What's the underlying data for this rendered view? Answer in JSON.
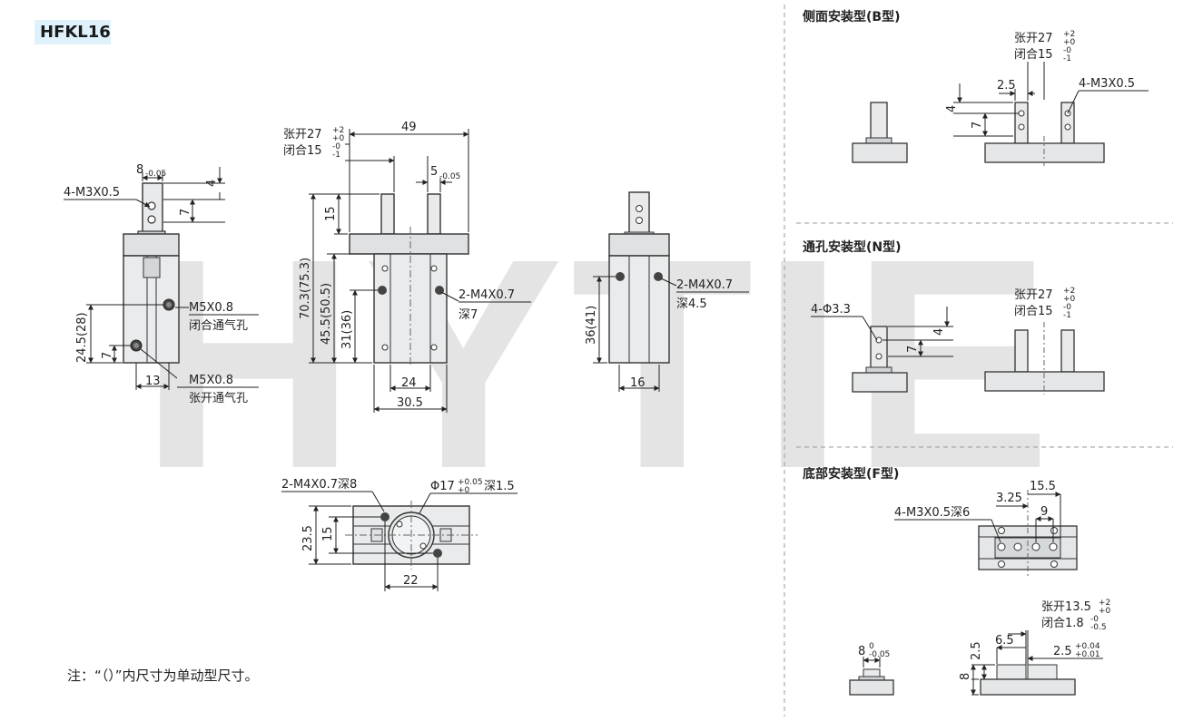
{
  "model": "HFKL16",
  "watermark": "HYTIE",
  "note": "注：“（）”内尺寸为单动型尺寸。",
  "sections": {
    "side_mount": "侧面安装型(B型)",
    "through_hole": "通孔安装型(N型)",
    "bottom_mount": "底部安装型(F型)"
  },
  "labels": {
    "side_view": {
      "top_width": "8",
      "top_width_tol": "-0.05",
      "thread": "4-M3X0.5",
      "h4": "4",
      "h7": "7",
      "port1_thread": "M5X0.8",
      "port1_desc": "闭合通气孔",
      "port2_thread": "M5X0.8",
      "port2_desc": "张开通气孔",
      "h24": "24.5(28)",
      "h7b": "7",
      "w13": "13"
    },
    "front_view": {
      "open_label": "张开27",
      "open_tol_up": "+2",
      "open_tol_low": "+0",
      "close_label": "闭合15",
      "close_tol_up": "-0",
      "close_tol_low": "-1",
      "w49": "49",
      "w5": "5",
      "w5_tol": "-0.05",
      "h15": "15",
      "h70": "70.3(75.3)",
      "h45": "45.5(50.5)",
      "h31": "31(36)",
      "thread": "2-M4X0.7",
      "depth": "深7",
      "w24": "24",
      "w30": "30.5"
    },
    "right_view": {
      "thread": "2-M4X0.7",
      "depth": "深4.5",
      "h36": "36(41)",
      "w16": "16"
    },
    "bottom_view": {
      "thread": "2-M4X0.7深8",
      "bore": "Φ17",
      "bore_tol": "+0.05",
      "bore_tol_low": "+0",
      "bore_depth": "深1.5",
      "h23": "23.5",
      "h15": "15",
      "w22": "22"
    },
    "b_type": {
      "open_label": "张开27",
      "open_tol_up": "+2",
      "open_tol_low": "+0",
      "close_label": "闭合15",
      "close_tol_up": "-0",
      "close_tol_low": "-1",
      "w25": "2.5",
      "thread": "4-M3X0.5",
      "h4": "4",
      "h7": "7"
    },
    "n_type": {
      "hole": "4-Φ3.3",
      "h4": "4",
      "h7": "7",
      "open_label": "张开27",
      "open_tol_up": "+2",
      "open_tol_low": "+0",
      "close_label": "闭合15",
      "close_tol_up": "-0",
      "close_tol_low": "-1"
    },
    "f_type": {
      "w155": "15.5",
      "w325": "3.25",
      "w9": "9",
      "thread": "4-M3X0.5深6",
      "open_label": "张开13.5",
      "open_tol_up": "+2",
      "open_tol_low": "+0",
      "close_label": "闭合1.8",
      "close_tol_up": "-0",
      "close_tol_low": "-0.5",
      "w8": "8",
      "w8_tol_up": "0",
      "w8_tol_low": "-0.05",
      "w65": "6.5",
      "h25": "2.5",
      "w25": "2.5",
      "w25_tol_up": "+0.04",
      "w25_tol_low": "+0.01",
      "h8": "8"
    }
  }
}
